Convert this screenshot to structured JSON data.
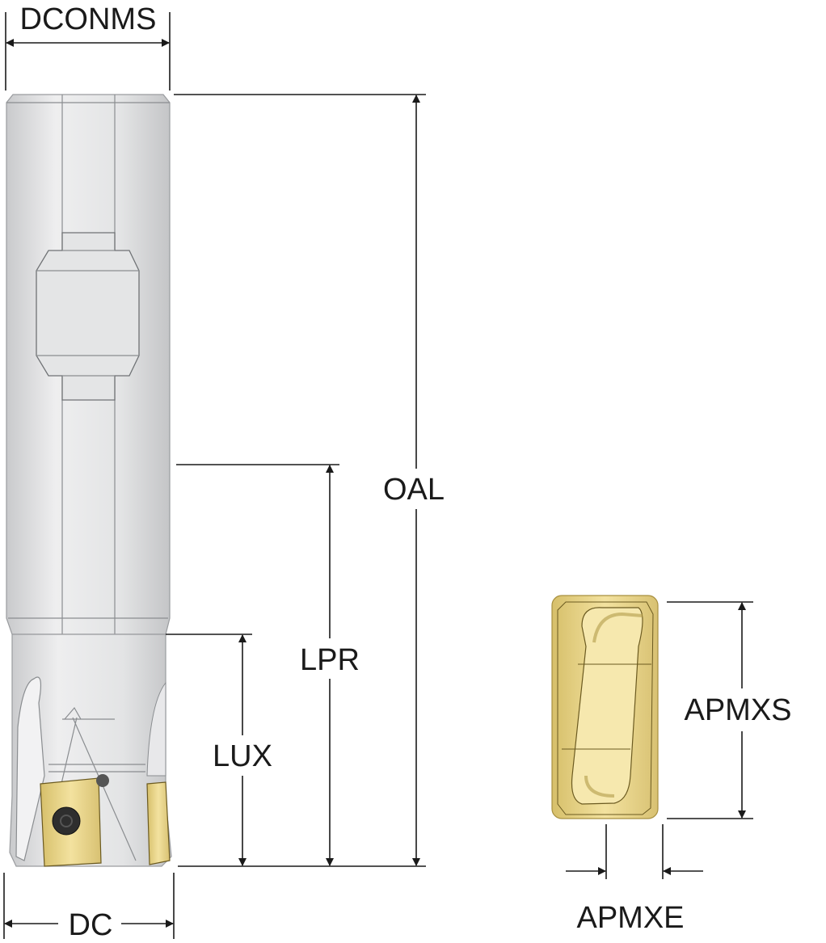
{
  "title": "Square shoulder milling cutter with cylindrical shank and insert dimensions",
  "dimensions": {
    "dconms": "DCONMS",
    "oal": "OAL",
    "lpr": "LPR",
    "lux": "LUX",
    "dc": "DC",
    "apmxs": "APMXS",
    "apmxe": "APMXE"
  },
  "colors": {
    "body": "#dcdddf",
    "insert": "#e9d488",
    "screw": "#2e2e2e",
    "dimension_line": "#1a1a1a"
  }
}
